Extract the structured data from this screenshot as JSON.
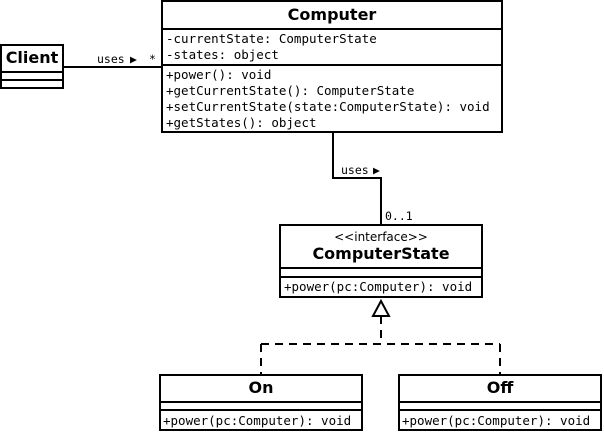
{
  "classes": {
    "client": {
      "name": "Client"
    },
    "computer": {
      "name": "Computer",
      "attributes": [
        "-currentState: ComputerState",
        "-states: object"
      ],
      "methods": [
        "+power(): void",
        "+getCurrentState(): ComputerState",
        "+setCurrentState(state:ComputerState): void",
        "+getStates(): object"
      ]
    },
    "computer_state": {
      "stereotype": "<<interface>>",
      "name": "ComputerState",
      "methods": [
        "+power(pc:Computer): void"
      ]
    },
    "on": {
      "name": "On",
      "methods": [
        "+power(pc:Computer): void"
      ]
    },
    "off": {
      "name": "Off",
      "methods": [
        "+power(pc:Computer): void"
      ]
    }
  },
  "relations": {
    "client_computer": {
      "label": "uses",
      "arrow": "▶",
      "multiplicity": "*"
    },
    "computer_state": {
      "label": "uses",
      "arrow": "▶",
      "multiplicity": "0..1"
    }
  }
}
